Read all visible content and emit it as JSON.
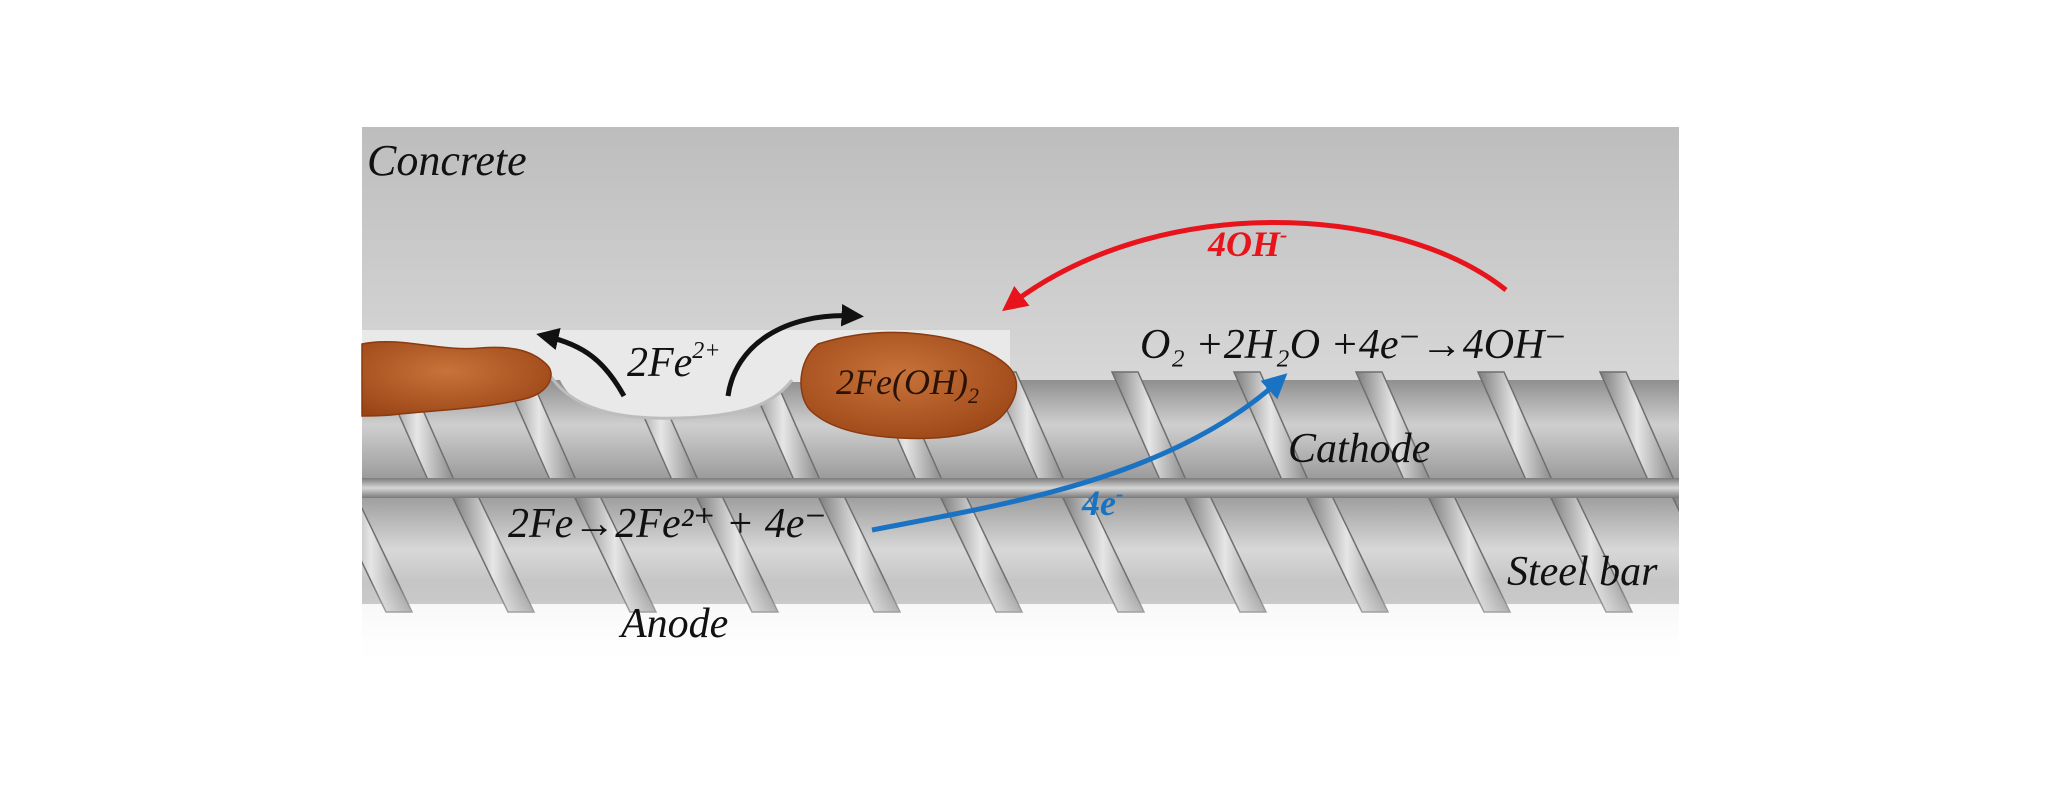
{
  "labels": {
    "concrete": "Concrete",
    "steel_bar": "Steel bar",
    "anode": "Anode",
    "cathode": "Cathode"
  },
  "ions": {
    "fe2": {
      "base": "2Fe",
      "sup": "2+"
    },
    "rust": {
      "base": "2Fe(OH)",
      "sub": "2"
    },
    "hydroxide": {
      "base": "4OH",
      "sup": "-"
    },
    "electrons": {
      "base": "4e",
      "sup": "-"
    }
  },
  "reactions": {
    "anode": "2Fe→2Fe²⁺ + 4e⁻",
    "cathode": "O₂ +2H₂O +4e⁻→4OH⁻"
  },
  "colors": {
    "hydroxide_arrow": "#e8141c",
    "electron_arrow": "#1a73c2",
    "fe_arrow": "#111111",
    "rust": "#b0551f",
    "concrete_top": "#c4c4c4",
    "steel": "#a9a9a9"
  }
}
